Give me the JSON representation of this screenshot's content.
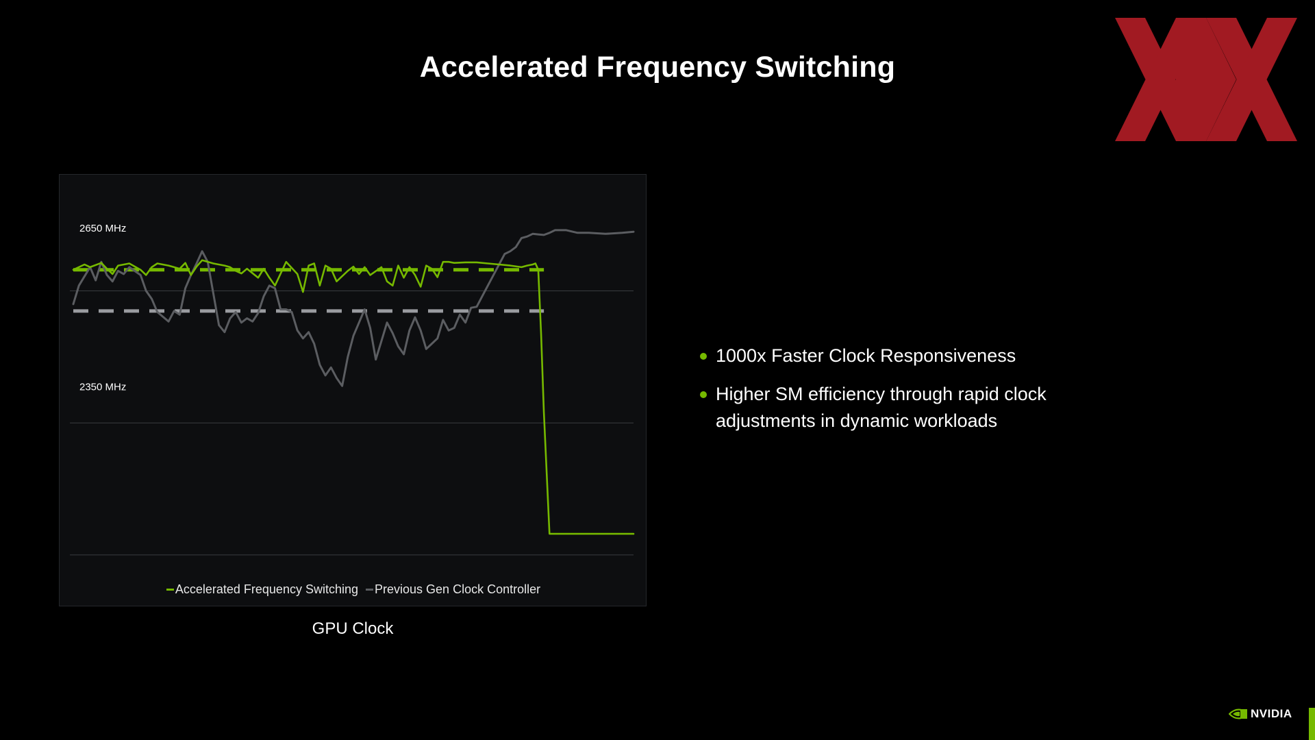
{
  "slide": {
    "title": "Accelerated Frequency Switching"
  },
  "bullets": [
    "1000x Faster Clock Responsiveness",
    "Higher SM efficiency through rapid clock adjustments in dynamic workloads"
  ],
  "brand": {
    "name": "NVIDIA",
    "accent_color": "#76b900",
    "logo_icon": "nvidia-eye-icon",
    "event_logo_icon": "red-xx-logo-icon",
    "event_logo_color": "#b81e27"
  },
  "chart_data": {
    "type": "line",
    "caption": "GPU Clock",
    "ylabel": "",
    "xlabel": "",
    "ylim": [
      2000,
      2750
    ],
    "xlim": [
      0,
      100
    ],
    "grid": "horizontal",
    "legend_position": "bottom",
    "y_annotations": [
      {
        "label": "2650 MHz",
        "value": 2650
      },
      {
        "label": "2350 MHz",
        "value": 2350
      }
    ],
    "gridlines": [
      2530,
      2280,
      2030
    ],
    "reference_lines": [
      {
        "series": "Accelerated Frequency Switching",
        "value": 2570,
        "x_end": 84,
        "style": "dashed"
      },
      {
        "series": "Previous Gen Clock Controller",
        "value": 2492,
        "x_end": 84,
        "style": "dashed"
      }
    ],
    "series": [
      {
        "name": "Accelerated Frequency Switching",
        "color": "#76b900",
        "x": [
          0,
          2,
          3,
          5,
          6,
          7,
          8,
          10,
          12,
          13,
          14,
          15,
          17,
          19,
          20,
          21,
          22,
          23,
          25,
          27,
          28,
          29,
          30,
          31,
          33,
          34,
          35,
          36,
          38,
          40,
          41,
          42,
          43,
          44,
          45,
          46,
          47,
          49,
          50,
          51,
          52,
          53,
          55,
          56,
          57,
          58,
          59,
          60,
          61,
          62,
          63,
          64,
          65,
          66,
          67,
          68,
          70,
          72,
          74,
          76,
          78,
          80,
          81,
          82,
          82.5,
          83,
          83.5,
          84,
          85,
          88,
          92,
          96,
          100
        ],
        "values": [
          2570,
          2580,
          2575,
          2583,
          2572,
          2562,
          2578,
          2582,
          2570,
          2560,
          2575,
          2582,
          2578,
          2572,
          2583,
          2560,
          2576,
          2588,
          2582,
          2578,
          2575,
          2568,
          2563,
          2572,
          2555,
          2572,
          2555,
          2540,
          2585,
          2562,
          2528,
          2578,
          2582,
          2540,
          2578,
          2572,
          2548,
          2568,
          2576,
          2562,
          2575,
          2560,
          2575,
          2548,
          2540,
          2578,
          2555,
          2575,
          2560,
          2538,
          2578,
          2572,
          2556,
          2585,
          2585,
          2583,
          2584,
          2584,
          2582,
          2580,
          2578,
          2575,
          2578,
          2580,
          2582,
          2570,
          2450,
          2300,
          2070,
          2070,
          2070,
          2070,
          2070
        ]
      },
      {
        "name": "Previous Gen Clock Controller",
        "color": "#5b5d61",
        "x": [
          0,
          1,
          3,
          4,
          5,
          6,
          7,
          8,
          9,
          10,
          12,
          13,
          14,
          15,
          17,
          18,
          19,
          20,
          21,
          22,
          23,
          24,
          25,
          26,
          27,
          28,
          29,
          30,
          31,
          32,
          33,
          34,
          35,
          36,
          37,
          38,
          39,
          40,
          41,
          42,
          43,
          44,
          45,
          46,
          47,
          48,
          49,
          50,
          51,
          52,
          53,
          54,
          55,
          56,
          57,
          58,
          59,
          60,
          61,
          62,
          63,
          64,
          65,
          66,
          67,
          68,
          69,
          70,
          71,
          72,
          73,
          74,
          75,
          76,
          77,
          78,
          79,
          80,
          81,
          82,
          83,
          84,
          85,
          86,
          88,
          90,
          92,
          95,
          98,
          100
        ],
        "values": [
          2505,
          2540,
          2575,
          2550,
          2585,
          2560,
          2548,
          2568,
          2562,
          2575,
          2560,
          2530,
          2515,
          2490,
          2472,
          2492,
          2485,
          2535,
          2560,
          2582,
          2605,
          2585,
          2525,
          2465,
          2452,
          2478,
          2490,
          2470,
          2478,
          2472,
          2488,
          2520,
          2540,
          2535,
          2495,
          2495,
          2490,
          2455,
          2440,
          2452,
          2430,
          2390,
          2370,
          2385,
          2365,
          2350,
          2405,
          2445,
          2470,
          2495,
          2460,
          2400,
          2435,
          2470,
          2450,
          2425,
          2410,
          2455,
          2480,
          2455,
          2420,
          2430,
          2440,
          2475,
          2455,
          2460,
          2485,
          2470,
          2498,
          2500,
          2520,
          2540,
          2560,
          2580,
          2600,
          2605,
          2613,
          2630,
          2633,
          2638,
          2637,
          2636,
          2640,
          2645,
          2645,
          2640,
          2640,
          2638,
          2640,
          2642
        ]
      }
    ]
  }
}
